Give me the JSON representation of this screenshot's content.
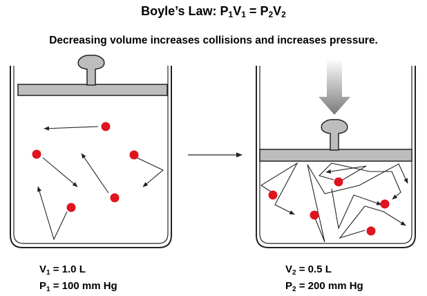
{
  "title": {
    "prefix": "Boyle’s Law: ",
    "p": "P",
    "v": "V",
    "sub1": "1",
    "sub2": "2",
    "eq": " = "
  },
  "subtitle": "Decreasing volume increases collisions and increases pressure.",
  "left_state": {
    "volume_symbol": "V",
    "volume_sub": "1",
    "volume_value": " = 1.0 L",
    "pressure_symbol": "P",
    "pressure_sub": "1",
    "pressure_value": " = 100 mm Hg"
  },
  "right_state": {
    "volume_symbol": "V",
    "volume_sub": "2",
    "volume_value": " = 0.5 L",
    "pressure_symbol": "P",
    "pressure_sub": "2",
    "pressure_value": " = 200 mm Hg"
  },
  "colors": {
    "particle": "#e0141e",
    "piston": "#bdbdbd",
    "outline": "#222222",
    "arrow_gradient_top": "#ffffff",
    "arrow_gradient_bottom": "#7a7a7a"
  }
}
